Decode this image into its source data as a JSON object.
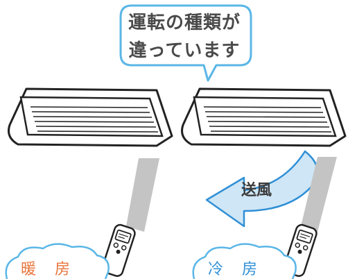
{
  "speech_bubble": {
    "line1": "運転の種類が",
    "line2": "違っています",
    "border_color": "#5ab6e6"
  },
  "left_unit": {
    "mode_label": "暖 房",
    "label_color": "#e8743a"
  },
  "right_unit": {
    "airflow_label": "送風",
    "mode_label": "冷 房",
    "label_color": "#2f8fd6",
    "airflow_color": "#cfe6f6"
  },
  "icons": [
    "ceiling-ac-unit-icon",
    "remote-control-icon",
    "signal-beam-icon",
    "airflow-arrow-icon"
  ]
}
